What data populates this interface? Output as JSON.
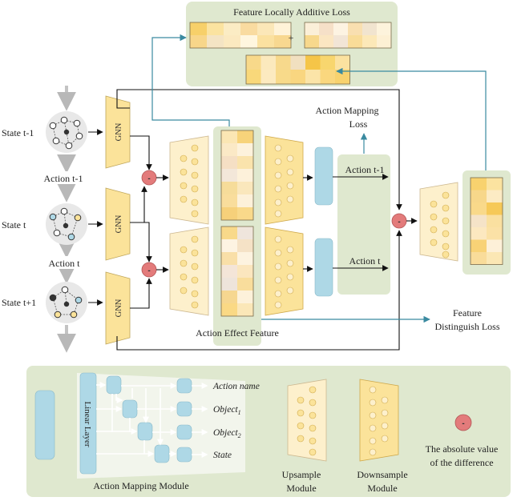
{
  "titles": {
    "feature_locally_additive_loss": "Feature Locally Additive Loss",
    "plus": "+",
    "action_mapping_loss_line1": "Action Mapping",
    "action_mapping_loss_line2": "Loss",
    "feature_distinguish_loss_line1": "Feature",
    "feature_distinguish_loss_line2": "Distinguish Loss",
    "action_effect_feature": "Action Effect Feature",
    "action_mapping_module": "Action Mapping Module"
  },
  "states": [
    "State t-1",
    "State t",
    "State t+1"
  ],
  "actions": [
    "Action t-1",
    "Action t"
  ],
  "gnn_label": "GNN",
  "action_mapping_outputs": [
    "Action t-1",
    "Action t"
  ],
  "legend": {
    "linear_layer": "Linear Layer",
    "outputs": {
      "action_name": "Action name",
      "object1_base": "Object",
      "object1_sub": "1",
      "object2_base": "Object",
      "object2_sub": "2",
      "state": "State"
    },
    "upsample_line1": "Upsample",
    "upsample_line2": "Module",
    "downsample_line1": "Downsample",
    "downsample_line2": "Module",
    "minus_symbol": "-",
    "abs_diff_line1": "The absolute value",
    "abs_diff_line2": "of the difference"
  },
  "colors": {
    "green_panel": "#dfe8cf",
    "blue_arrow": "#3a8aa0",
    "light_blue": "#aed8e6",
    "upsample_fill": "#fdf0cc",
    "downsample_fill": "#fbe39a",
    "minus_circle": "#e37b7b"
  },
  "heatmaps": {
    "top_left": [
      "#f7d06a",
      "#fbe3a0",
      "#fbecc4",
      "#f9dba0",
      "#fbe7b8",
      "#fff3d8",
      "#f8d68a",
      "#f4e4c4",
      "#fbe9c0",
      "#fff6df",
      "#fbe1a0",
      "#f8d890"
    ],
    "top_right": [
      "#fbefd8",
      "#f6e0c8",
      "#fdf3e2",
      "#f9dfb0",
      "#f1e4cf",
      "#fdf3dc",
      "#f7d88c",
      "#fbe6c2",
      "#f2e5d6",
      "#f9dc98",
      "#fce8b8",
      "#fdf0d4"
    ],
    "bottom": [
      "#f8d98a",
      "#fbe9bd",
      "#f7d98c",
      "#f1e0c0",
      "#f5c548",
      "#f8d66e",
      "#fbe2a0",
      "#f9d87a",
      "#fceac0",
      "#f8da8a",
      "#f9d680",
      "#fbe4a8",
      "#fad77e",
      "#f8d26e"
    ],
    "mid_upper": [
      "#fbe6b4",
      "#f7d37a",
      "#fbe9c6",
      "#fdf2dc",
      "#f5dfc4",
      "#fae3ac",
      "#f3e7d9",
      "#fdf1da",
      "#f6dc9a",
      "#fae7bc",
      "#f9dd9c",
      "#fdf1da",
      "#f6d07a",
      "#f9d98a"
    ],
    "mid_lower": [
      "#f8d98a",
      "#efe5dc",
      "#fdf3e2",
      "#f5e2c6",
      "#f9dfa8",
      "#fdf3e0",
      "#f4e5d8",
      "#fbe6be",
      "#eee4db",
      "#f9dd9c",
      "#f6d790",
      "#fdf1da",
      "#fad985",
      "#fbe7b8"
    ],
    "right": [
      "#f8d26e",
      "#fbe3a0",
      "#f7d78a",
      "#fcebc4",
      "#f9d98a",
      "#f6c958",
      "#f5e3c8",
      "#fae0a0",
      "#fce8c0",
      "#fbe1a6",
      "#f8d276",
      "#fdf0d8",
      "#f9dc9a",
      "#fbe7b4"
    ]
  }
}
